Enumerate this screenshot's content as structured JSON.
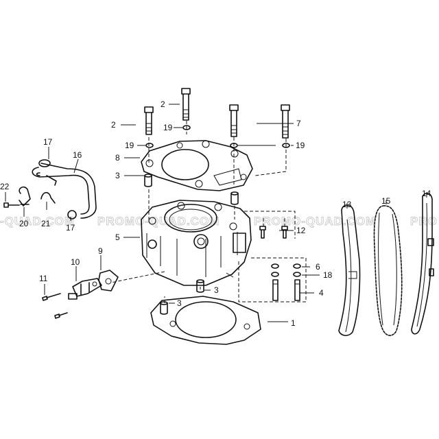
{
  "watermark": {
    "left": "-QUAD.COM",
    "center": "PROMO-QUAD.COM",
    "right": "PROMO-QUAD.COM",
    "edge": "PRO"
  },
  "labels": {
    "l1": "1",
    "l2a": "2",
    "l2b": "2",
    "l3a": "3",
    "l3b": "3",
    "l3c": "3",
    "l4": "4",
    "l5": "5",
    "l6": "6",
    "l7": "7",
    "l8": "8",
    "l9": "9",
    "l10": "10",
    "l11": "11",
    "l12": "12",
    "l13": "13",
    "l14": "14",
    "l15": "15",
    "l16": "16",
    "l17a": "17",
    "l17b": "17",
    "l18": "18",
    "l19a": "19",
    "l19b": "19",
    "l19c": "19",
    "l20": "20",
    "l21": "21",
    "l22": "22"
  }
}
